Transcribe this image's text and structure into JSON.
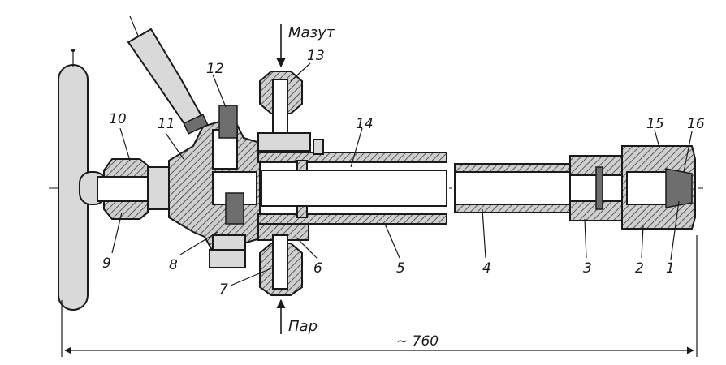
{
  "diagram": {
    "inputs": {
      "top": "Мазут",
      "bottom": "Пар"
    },
    "dimension": "~ 760",
    "callouts": [
      "1",
      "2",
      "3",
      "4",
      "5",
      "6",
      "7",
      "8",
      "9",
      "10",
      "11",
      "12",
      "13",
      "14",
      "15",
      "16"
    ]
  }
}
